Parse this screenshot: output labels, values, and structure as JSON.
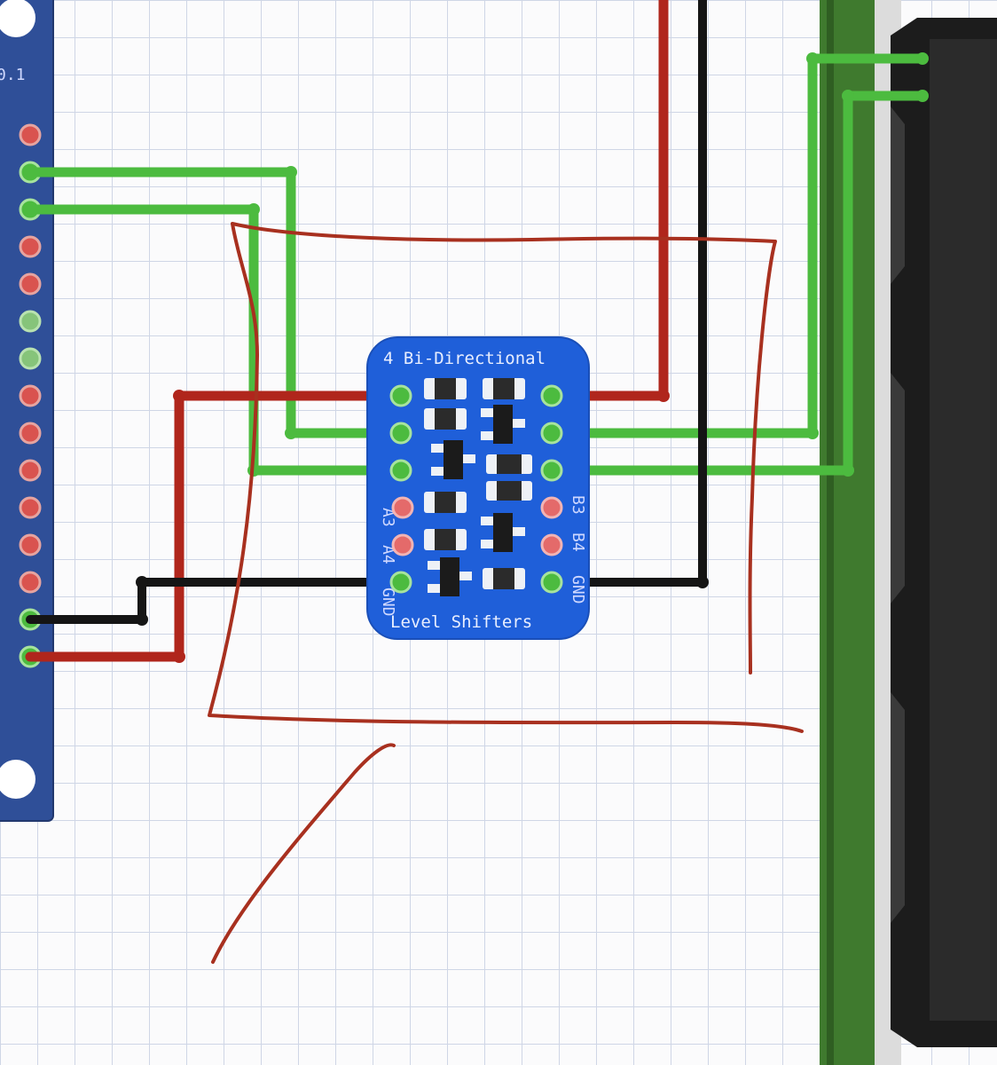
{
  "canvas": {
    "title": ""
  },
  "level_shifter": {
    "title_top": "4 Bi-Directional",
    "title_bottom": "Level Shifters",
    "left_side_labels": [
      "A3",
      "A4",
      "GND"
    ],
    "right_side_labels": [
      "B3",
      "B4",
      "GND"
    ]
  },
  "mcu_board": {
    "version_label": "0.1"
  },
  "colors": {
    "wire_power": "#b0261c",
    "wire_ground": "#151515",
    "wire_signal": "#4cbb3f",
    "shifter_board": "#1f5fd9",
    "mcu_board": "#2f4f98",
    "breadboard_rail": "#3f7a2e",
    "display_body": "#2a2a2a",
    "annotation_ink": "#a8301f"
  }
}
